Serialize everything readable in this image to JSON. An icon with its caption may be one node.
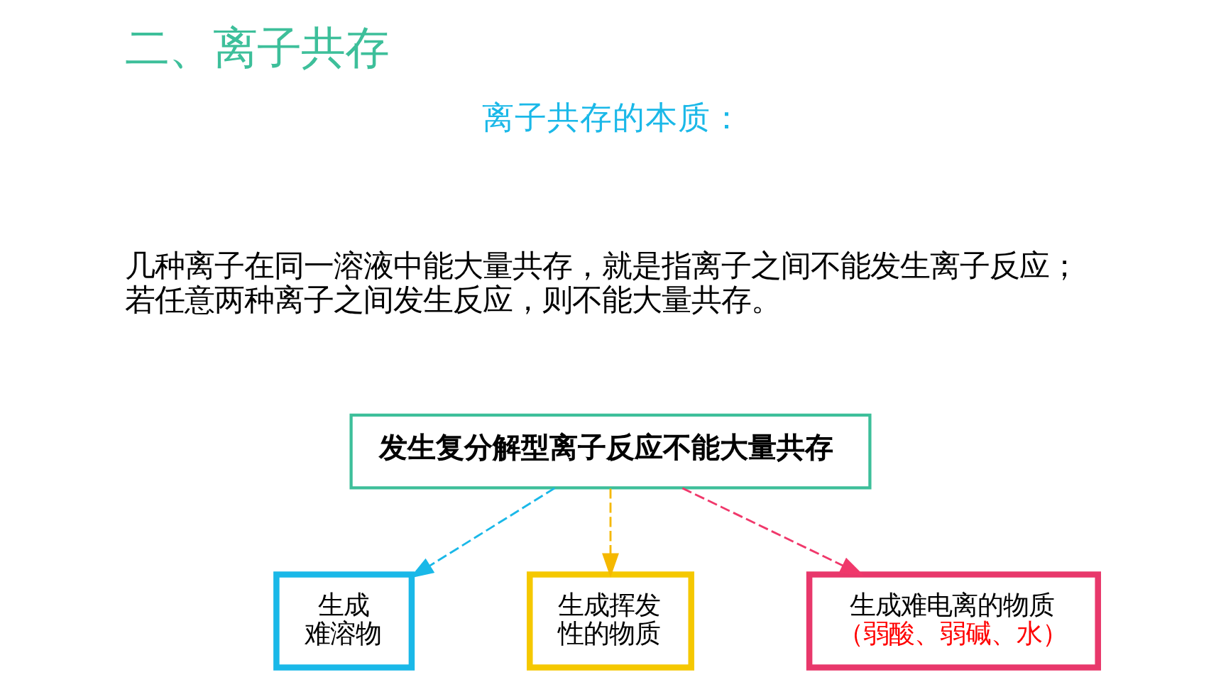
{
  "diagram": {
    "title": "二、离子共存",
    "nodes": [
      {
        "text": [
          "发生复分解型离子反应不能大量共存"
        ]
      },
      {
        "text": [
          "生成难溶物"
        ]
      },
      {
        "text": [
          "生成挥发性的物质"
        ]
      },
      {
        "text": [
          "生成难电离的物质",
          "（弱酸、弱碱、水）"
        ]
      }
    ],
    "edges": [
      {
        "from": 0,
        "to": 1,
        "arrow": "to",
        "style": "dashed",
        "color": "#1ab8e8"
      },
      {
        "from": 0,
        "to": 2,
        "arrow": "to",
        "style": "dashed",
        "color": "#f5b800"
      },
      {
        "from": 0,
        "to": 3,
        "arrow": "to",
        "style": "dashed",
        "color": "#f0386b"
      }
    ],
    "labels": [
      "离子共存的本质：",
      "几种离子在同一溶液中能大量共存，就是指离子之间不能发生离子反应；若任意两种离子之间发生反应，则不能大量共存。"
    ]
  }
}
